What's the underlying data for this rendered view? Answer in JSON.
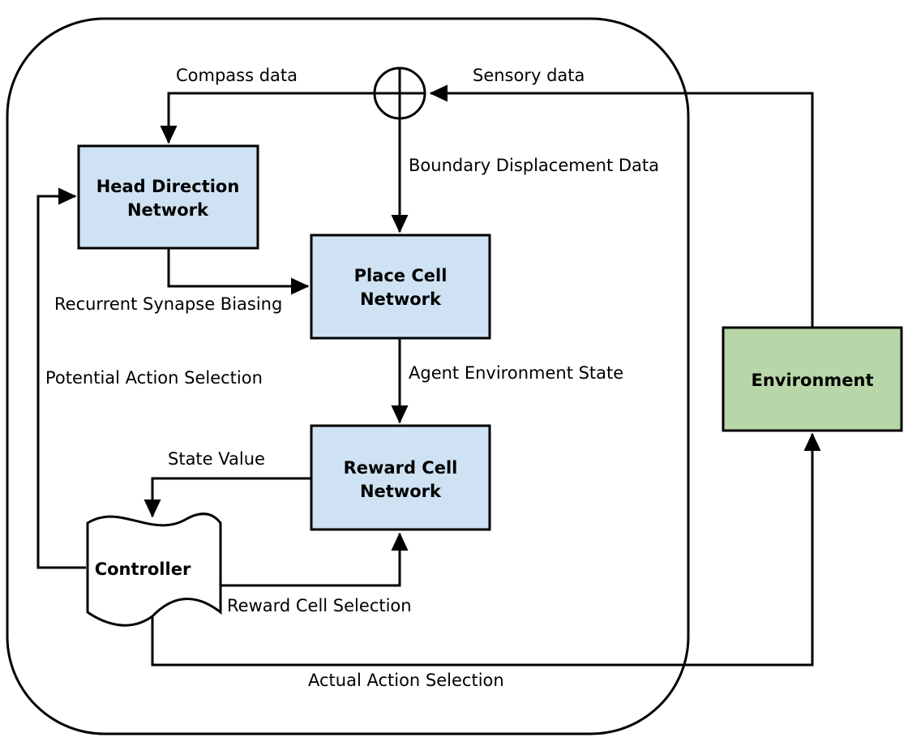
{
  "colors": {
    "network_fill": "#cfe2f3",
    "environment_fill": "#b7d7a8",
    "line": "#000000"
  },
  "nodes": {
    "head_direction": {
      "line1": "Head Direction",
      "line2": "Network"
    },
    "place_cell": {
      "line1": "Place Cell",
      "line2": "Network"
    },
    "reward_cell": {
      "line1": "Reward Cell",
      "line2": "Network"
    },
    "controller": {
      "label": "Controller"
    },
    "environment": {
      "label": "Environment"
    }
  },
  "edges": {
    "compass_data": "Compass data",
    "sensory_data": "Sensory data",
    "boundary_displacement": "Boundary Displacement Data",
    "recurrent_synapse": "Recurrent Synapse Biasing",
    "potential_action": "Potential Action Selection",
    "agent_environment_state": "Agent Environment State",
    "state_value": "State Value",
    "reward_cell_selection": "Reward Cell Selection",
    "actual_action": "Actual Action Selection"
  }
}
